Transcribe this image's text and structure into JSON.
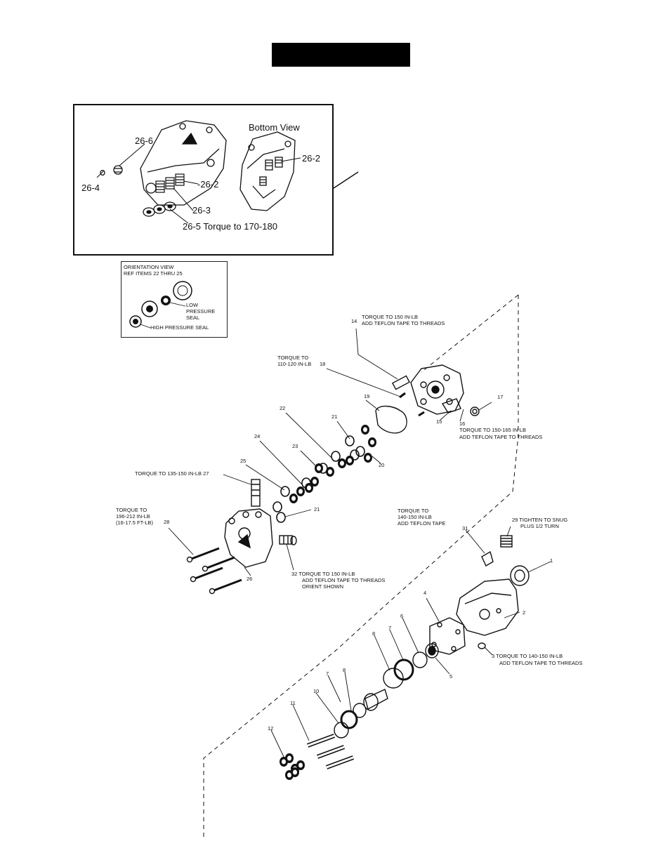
{
  "inset": {
    "view_title": "Bottom View",
    "labels": {
      "l26_6": "26-6",
      "l26_4": "26-4",
      "l26_2a": "-26-2",
      "l26_2b": "26-2",
      "l26_3": "26-3",
      "l26_5": "26-5 Torque to 170-180"
    }
  },
  "orientation": {
    "line1": "ORIENTATION VIEW",
    "line2": "REF ITEMS 22 THRU 25",
    "low1": "LOW",
    "low2": "PRESSURE",
    "low3": "SEAL",
    "high": "HIGH PRESSURE SEAL"
  },
  "callouts": {
    "c14_num": "14",
    "c14_a": "TORQUE TO 150 IN-LB",
    "c14_b": "ADD TEFLON TAPE TO THREADS",
    "c18_a": "TORQUE TO",
    "c18_b": "110-120 IN-LB",
    "c18_num": "18",
    "c17": "17",
    "c19": "19",
    "c15": "15",
    "c16": "16",
    "c16_a": "TORQUE TO 150-165 IN-LB",
    "c16_b": "ADD TEFLON TAPE TO THREADS",
    "c22": "22",
    "c21a": "21",
    "c20": "20",
    "c24": "24",
    "c23": "23",
    "c25": "25",
    "c27": "TORQUE  TO 135-150 IN-LB 27",
    "c21b": "21",
    "c28_a": "TORQUE TO",
    "c28_b": "196-212 IN-LB",
    "c28_c": "(16-17.5 FT-LB)",
    "c28_num": "28",
    "c26": "26",
    "c32_a": "32 TORQUE TO 150 IN-LB",
    "c32_b": "ADD TEFLON TAPE TO THREADS",
    "c32_c": "ORIENT SHOWN",
    "c30_a": "TORQUE TO",
    "c30_b": "140-150 IN-LB",
    "c30_c": "ADD TEFLON TAPE",
    "c31": "31",
    "c29_a": "29 TIGHTEN TO SNUG",
    "c29_b": "PLUS 1/2 TURN",
    "c1": "1",
    "c2": "2",
    "c4": "4",
    "c6": "6",
    "c3_a": "3  TORQUE TO 140-150 IN-LB",
    "c3_b": "ADD TEFLON TAPE TO THREADS",
    "c5": "5",
    "c8a": "8",
    "c7a": "7",
    "c7b": "7",
    "c8b": "8",
    "c10": "10",
    "c11": "11",
    "c12": "12"
  }
}
